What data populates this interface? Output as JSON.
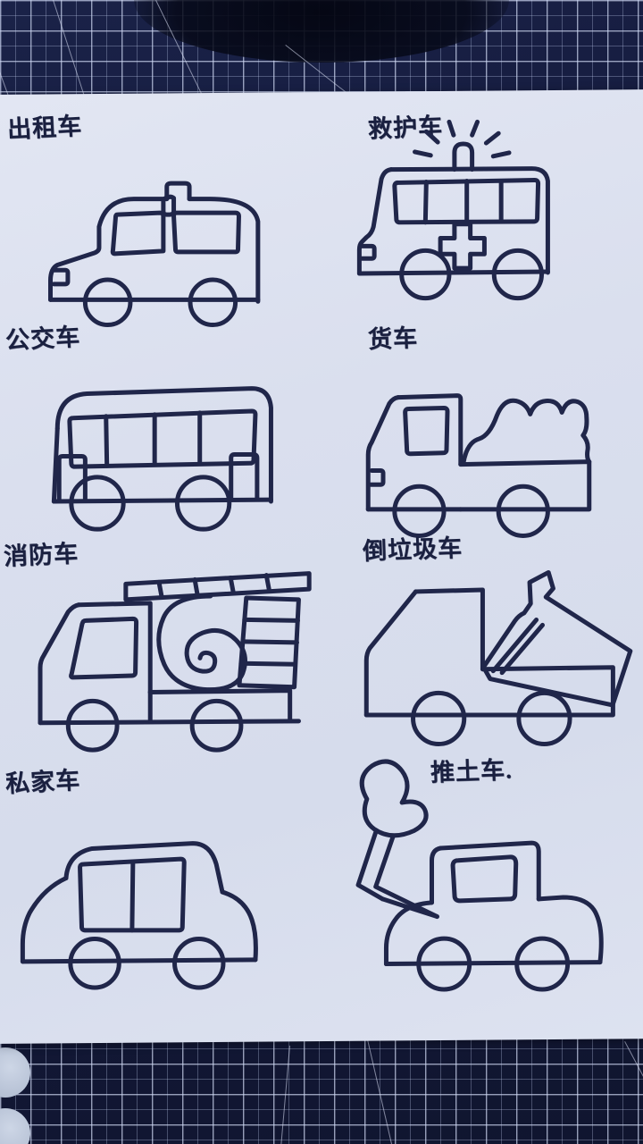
{
  "scene": {
    "description": "Hand-drawn vehicle doodle sheet on white paper over a dark blue cutting mat",
    "paper_color": "#dce0ee",
    "ink_color": "#20264a",
    "mat_color": "#141a3c",
    "mat_grid_color": "#dce4fa"
  },
  "drawings": [
    {
      "id": "taxi",
      "label": "出租车",
      "row": 1,
      "col": 1,
      "icon": "taxi-icon"
    },
    {
      "id": "ambulance",
      "label": "救护车",
      "row": 1,
      "col": 2,
      "icon": "ambulance-icon"
    },
    {
      "id": "bus",
      "label": "公交车",
      "row": 2,
      "col": 1,
      "icon": "bus-icon"
    },
    {
      "id": "cargo-truck",
      "label": "货车",
      "row": 2,
      "col": 2,
      "icon": "cargo-truck-icon"
    },
    {
      "id": "fire-truck",
      "label": "消防车",
      "row": 3,
      "col": 1,
      "icon": "fire-truck-icon"
    },
    {
      "id": "garbage-truck",
      "label": "倒垃圾车",
      "row": 3,
      "col": 2,
      "icon": "dump-truck-icon"
    },
    {
      "id": "private-car",
      "label": "私家车",
      "row": 4,
      "col": 1,
      "icon": "car-icon"
    },
    {
      "id": "bulldozer",
      "label": "推土车.",
      "row": 4,
      "col": 2,
      "icon": "bulldozer-icon"
    }
  ]
}
